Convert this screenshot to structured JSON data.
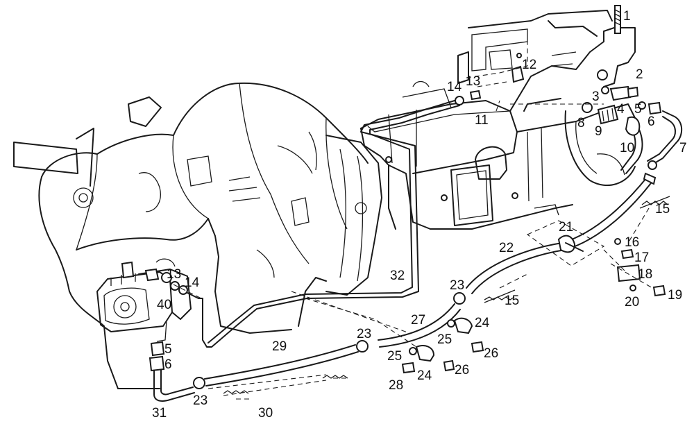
{
  "labels": [
    {
      "id": "p1",
      "text": "1"
    },
    {
      "id": "p2",
      "text": "2"
    },
    {
      "id": "p3",
      "text": "3"
    },
    {
      "id": "p4",
      "text": "4"
    },
    {
      "id": "p5a",
      "text": "5"
    },
    {
      "id": "p6a",
      "text": "6"
    },
    {
      "id": "p7",
      "text": "7"
    },
    {
      "id": "p8",
      "text": "8"
    },
    {
      "id": "p9",
      "text": "9"
    },
    {
      "id": "p10",
      "text": "10"
    },
    {
      "id": "p11",
      "text": "11"
    },
    {
      "id": "p12",
      "text": "12"
    },
    {
      "id": "p13a",
      "text": "13"
    },
    {
      "id": "p14a",
      "text": "14"
    },
    {
      "id": "p15a",
      "text": "15"
    },
    {
      "id": "p16",
      "text": "16"
    },
    {
      "id": "p17",
      "text": "17"
    },
    {
      "id": "p18",
      "text": "18"
    },
    {
      "id": "p19",
      "text": "19"
    },
    {
      "id": "p20",
      "text": "20"
    },
    {
      "id": "p21",
      "text": "21"
    },
    {
      "id": "p22",
      "text": "22"
    },
    {
      "id": "p23a",
      "text": "23"
    },
    {
      "id": "p15b",
      "text": "15"
    },
    {
      "id": "p24a",
      "text": "24"
    },
    {
      "id": "p27",
      "text": "27"
    },
    {
      "id": "p25a",
      "text": "25"
    },
    {
      "id": "p26a",
      "text": "26"
    },
    {
      "id": "p23b",
      "text": "23"
    },
    {
      "id": "p25b",
      "text": "25"
    },
    {
      "id": "p24b",
      "text": "24"
    },
    {
      "id": "p26b",
      "text": "26"
    },
    {
      "id": "p28",
      "text": "28"
    },
    {
      "id": "p32",
      "text": "32"
    },
    {
      "id": "p29",
      "text": "29"
    },
    {
      "id": "p13b",
      "text": "13"
    },
    {
      "id": "p14b",
      "text": "14"
    },
    {
      "id": "p40",
      "text": "40"
    },
    {
      "id": "p5b",
      "text": "5"
    },
    {
      "id": "p6b",
      "text": "6"
    },
    {
      "id": "p31",
      "text": "31"
    },
    {
      "id": "p23c",
      "text": "23"
    },
    {
      "id": "p30",
      "text": "30"
    }
  ]
}
